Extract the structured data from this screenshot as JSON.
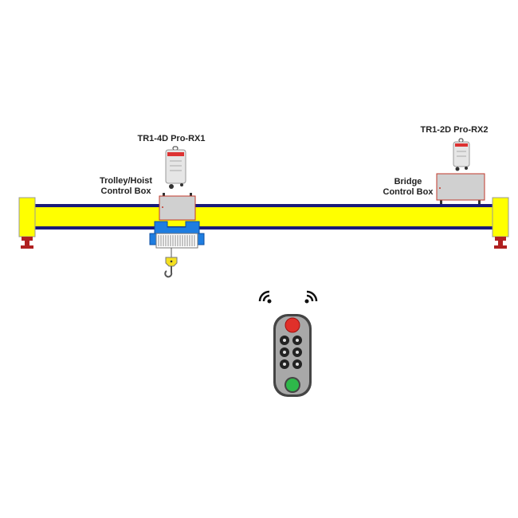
{
  "labels": {
    "receiver1": "TR1-4D Pro-RX1",
    "receiver2": "TR1-2D Pro-RX2",
    "trolley_box": [
      "Trolley/Hoist",
      "Control Box"
    ],
    "bridge_box": [
      "Bridge",
      "Control Box"
    ]
  },
  "colors": {
    "beam": "#ffff00",
    "beam_edge": "#1a1a7a",
    "trolley": "#1e7de0",
    "control_box": "#d0d0d0",
    "control_box_border": "#c0392b",
    "estop": "#e0302a",
    "start_button": "#2eb84a"
  },
  "icons": [
    "wifi-signal-left-icon",
    "wifi-signal-right-icon"
  ]
}
